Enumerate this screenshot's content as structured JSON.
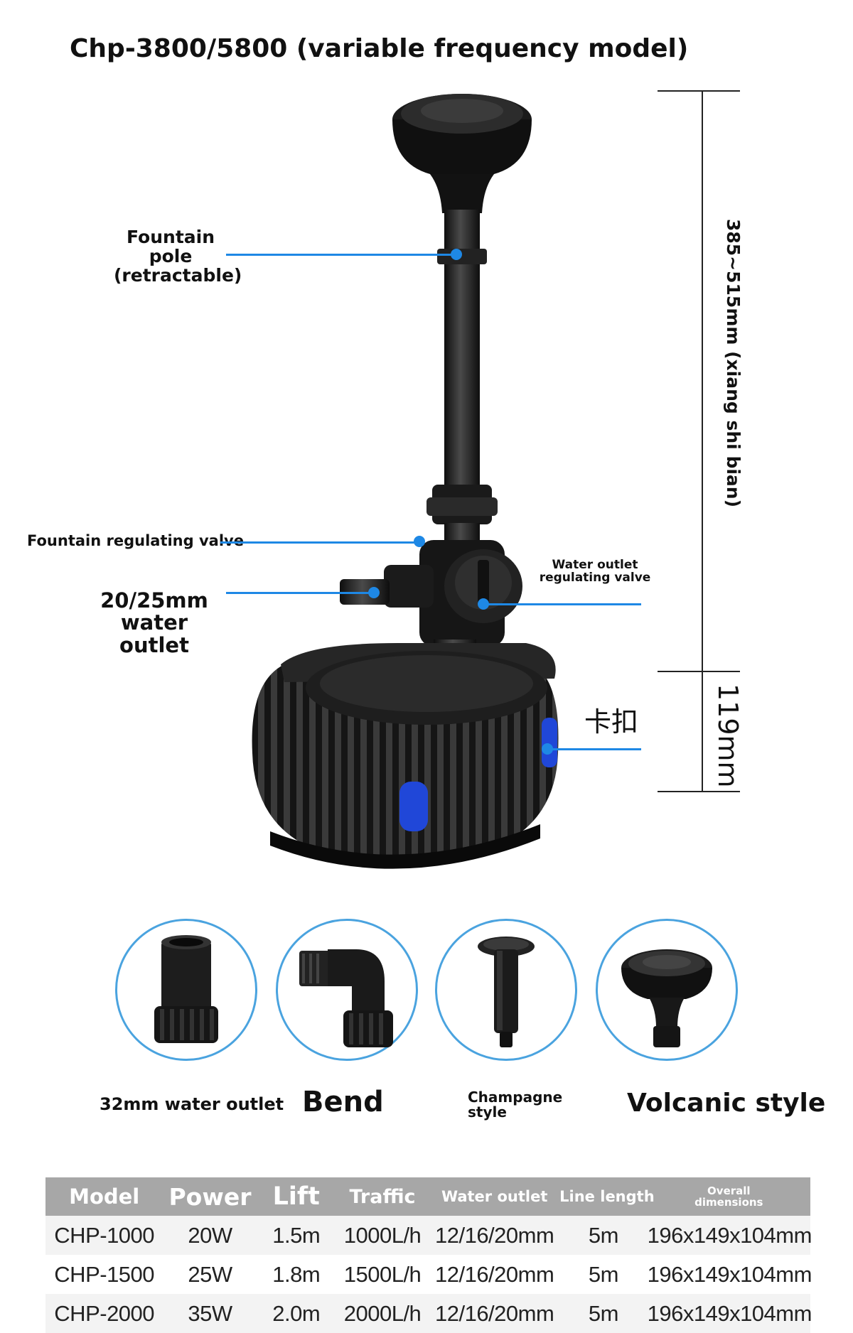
{
  "title": "Chp-3800/5800 (variable frequency model)",
  "callouts": {
    "fountain_pole": [
      "Fountain",
      "pole",
      "(retractable)"
    ],
    "regulating_valve": "Fountain regulating valve",
    "water_outlet": [
      "20/25mm",
      "water outlet"
    ],
    "outlet_valve": [
      "Water outlet",
      "regulating valve"
    ],
    "clip": "卡扣"
  },
  "dimensions": {
    "height_range": "385~515mm (xiang shi bian)",
    "base_height": "119mm"
  },
  "accessories": [
    {
      "label": "32mm water outlet",
      "icon": "straight-connector-icon"
    },
    {
      "label": "Bend",
      "icon": "elbow-connector-icon"
    },
    {
      "label": "Champagne style",
      "icon": "champagne-nozzle-icon"
    },
    {
      "label": "Volcanic style",
      "icon": "volcanic-nozzle-icon"
    }
  ],
  "champagne_lines": [
    "Champagne",
    "style"
  ],
  "specs_table": {
    "headers": [
      "Model",
      "Power",
      "Lift",
      "Traffic",
      "Water outlet",
      "Line length",
      "Overall dimensions"
    ],
    "overall_header_lines": [
      "Overall",
      "dimensions"
    ],
    "rows": [
      [
        "CHP-1000",
        "20W",
        "1.5m",
        "1000L/h",
        "12/16/20mm",
        "5m",
        "196x149x104mm"
      ],
      [
        "CHP-1500",
        "25W",
        "1.8m",
        "1500L/h",
        "12/16/20mm",
        "5m",
        "196x149x104mm"
      ],
      [
        "CHP-2000",
        "35W",
        "2.0m",
        "2000L/h",
        "12/16/20mm",
        "5m",
        "196x149x104mm"
      ]
    ]
  },
  "colors": {
    "accent_blue": "#1e88e5",
    "circle_border": "#4aa3df",
    "table_header": "#a7a7a7",
    "pump_body": "#1c1c1c"
  }
}
